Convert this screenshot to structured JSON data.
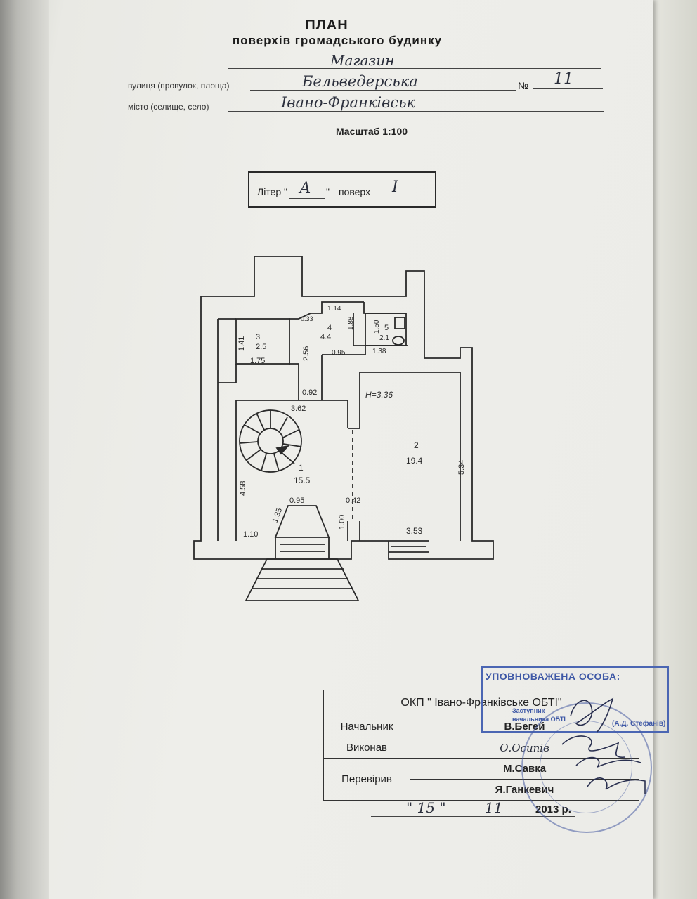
{
  "header": {
    "title": "ПЛАН",
    "subtitle": "поверхів громадського будинку",
    "object_type": "Магазин"
  },
  "address": {
    "street_label": "вулиця (",
    "street_label_struck": "провулок, площа",
    "street_label_end": ")",
    "street_value": "Бельведерська",
    "number_label": "№",
    "number_value": "11",
    "city_label": "місто (",
    "city_label_struck": "селище, село",
    "city_label_end": ")",
    "city_value": "Івано-Франківськ"
  },
  "scale": "Масштаб 1:100",
  "liter": {
    "liter_label": "Літер \"",
    "liter_value": "А",
    "liter_close": "\"",
    "floor_label": "поверх",
    "floor_value": "І"
  },
  "plan": {
    "height_note": "H=3.36",
    "rooms": [
      {
        "id": "1",
        "area": "15.5"
      },
      {
        "id": "2",
        "area": "19.4"
      },
      {
        "id": "3",
        "area": "2.5"
      },
      {
        "id": "4",
        "area": "4.4"
      },
      {
        "id": "5",
        "area": "2.1"
      }
    ],
    "dimensions": {
      "d141": "1.41",
      "d175": "1.75",
      "d256": "2.56",
      "d033": "0.33",
      "d114": "1.14",
      "d188": "1.88",
      "d095a": "0.95",
      "d150": "1.50",
      "d138": "1.38",
      "d092": "0.92",
      "d362": "3.62",
      "d458": "4.58",
      "d534": "5.34",
      "d095b": "0.95",
      "d042": "0.42",
      "d135": "1.35",
      "d110": "1.10",
      "d100": "1.00",
      "d353": "3.53"
    }
  },
  "stamp": {
    "org": "ОКП \" Івано-Франківське ОБТІ\"",
    "rows": [
      {
        "label": "Начальник",
        "value": "В.Бегей"
      },
      {
        "label": "Виконав",
        "value": "О.Осипів"
      },
      {
        "label": "Перевірив",
        "value": "М.Савка"
      },
      {
        "label": "",
        "value": "Я.Ганкевич"
      }
    ],
    "date_day": "\" 15 \"",
    "date_month": "11",
    "date_year": "2013 р."
  },
  "authorized": {
    "title": "УПОВНОВАЖЕНА ОСОБА:",
    "position_line1": "Заступник",
    "position_line2": "начальника ОБТІ",
    "name": "(А.Д. Стефанів)"
  },
  "colors": {
    "ink": "#2a2a2a",
    "stamp_blue": "#4b66b3"
  }
}
